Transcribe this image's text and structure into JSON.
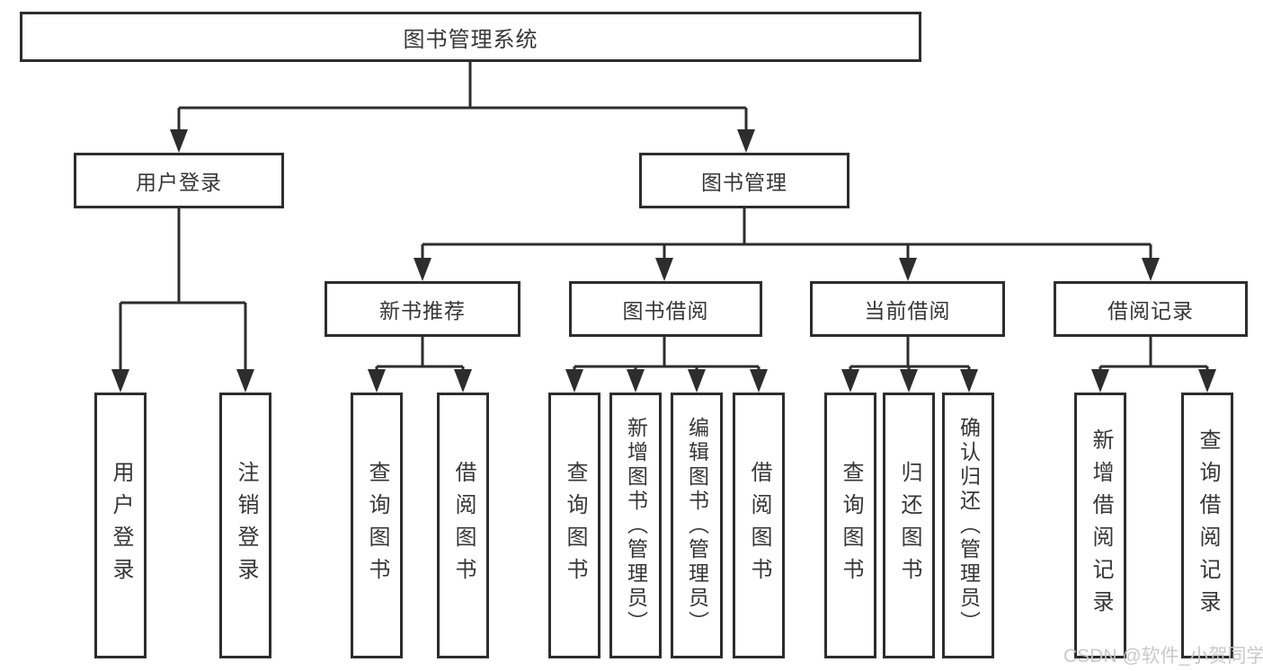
{
  "tree": {
    "root": {
      "label": "图书管理系统"
    },
    "branches": [
      {
        "label": "用户登录",
        "leaves": [
          {
            "label": "用户登录"
          },
          {
            "label": "注销登录"
          }
        ]
      },
      {
        "label": "图书管理",
        "groups": [
          {
            "label": "新书推荐",
            "leaves": [
              {
                "label": "查询图书"
              },
              {
                "label": "借阅图书"
              }
            ]
          },
          {
            "label": "图书借阅",
            "leaves": [
              {
                "label": "查询图书"
              },
              {
                "label": "新增图书（管理员）"
              },
              {
                "label": "编辑图书（管理员）"
              },
              {
                "label": "借阅图书"
              }
            ]
          },
          {
            "label": "当前借阅",
            "leaves": [
              {
                "label": "查询图书"
              },
              {
                "label": "归还图书"
              },
              {
                "label": "确认归还（管理员）"
              }
            ]
          },
          {
            "label": "借阅记录",
            "leaves": [
              {
                "label": "新增借阅记录"
              },
              {
                "label": "查询借阅记录"
              }
            ]
          }
        ]
      }
    ]
  },
  "watermark": "CSDN @软件_小贺同学",
  "colors": {
    "line": "#2d2d2d",
    "text": "#363636",
    "watermark": "#c7c7c7",
    "background": "#ffffff"
  }
}
